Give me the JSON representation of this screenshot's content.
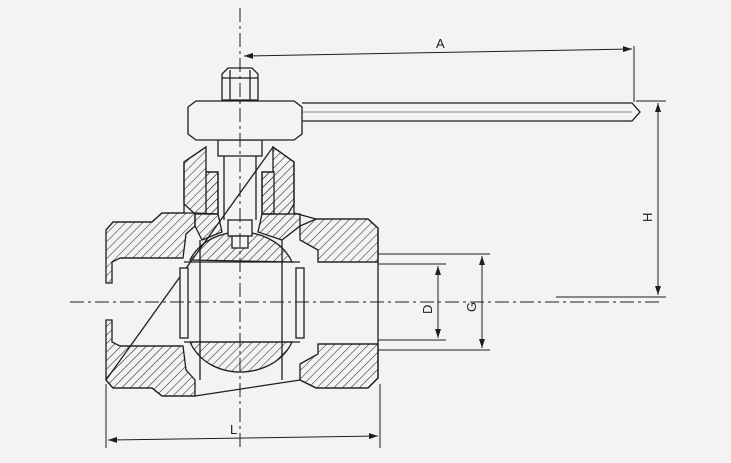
{
  "drawing": {
    "dimensions": {
      "a": "A",
      "h": "H",
      "d": "D",
      "g": "G",
      "l": "L"
    }
  },
  "colors": {
    "background": "#f3f3f3",
    "ink": "#1f1f1f",
    "hatch": "#2a2a2a"
  }
}
